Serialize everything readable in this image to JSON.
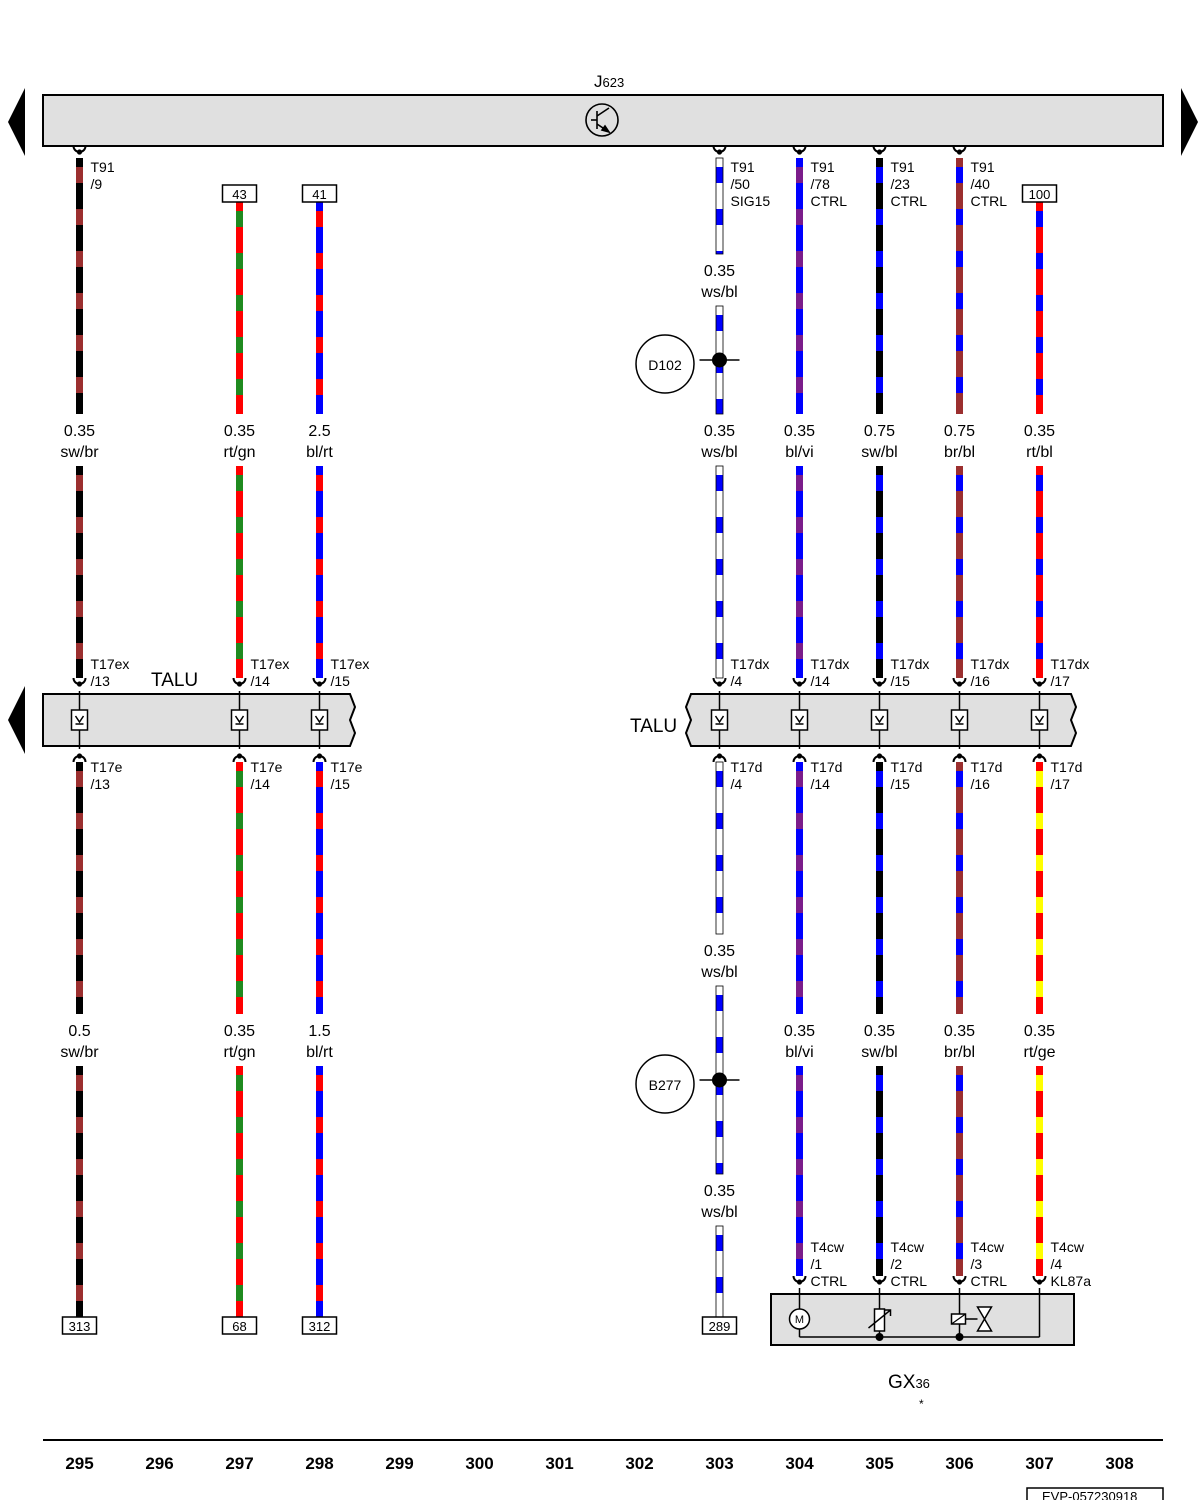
{
  "header": {
    "module_prefix": "J",
    "module_sub": "623"
  },
  "talu_left": "TALU",
  "talu_right": "TALU",
  "gx": {
    "prefix": "GX",
    "sub": "36",
    "note": "*"
  },
  "colors": {
    "sw": "#000000",
    "br": "#9b2f2f",
    "rt": "#ff0000",
    "gn": "#1f8a1f",
    "bl": "#0000ff",
    "ws": "#ffffff",
    "vi": "#7b1c8a",
    "ge": "#ffff00",
    "panel": "#e0e0e0"
  },
  "wires": [
    {
      "col": "295",
      "top_pin": [
        "T91",
        "/9"
      ],
      "upper_sec": {
        "size": "0.35",
        "color": "sw/br",
        "code": "sw/br"
      },
      "conn_top": [
        "T17ex",
        "/13"
      ],
      "conn_bot": [
        "T17e",
        "/13"
      ],
      "lower_sec": {
        "size": "0.5",
        "color": "sw/br",
        "code": "sw/br"
      },
      "bottom_ref": "313"
    },
    {
      "col": "297",
      "top_ref": "43",
      "upper_sec": {
        "size": "0.35",
        "color": "rt/gn",
        "code": "rt/gn"
      },
      "conn_top": [
        "T17ex",
        "/14"
      ],
      "conn_bot": [
        "T17e",
        "/14"
      ],
      "lower_sec": {
        "size": "0.35",
        "color": "rt/gn",
        "code": "rt/gn"
      },
      "bottom_ref": "68"
    },
    {
      "col": "298",
      "top_ref": "41",
      "upper_sec": {
        "size": "2.5",
        "color": "bl/rt",
        "code": "bl/rt"
      },
      "conn_top": [
        "T17ex",
        "/15"
      ],
      "conn_bot": [
        "T17e",
        "/15"
      ],
      "lower_sec": {
        "size": "1.5",
        "color": "bl/rt",
        "code": "bl/rt"
      },
      "bottom_ref": "312"
    },
    {
      "col": "303",
      "top_pin": [
        "T91",
        "/50",
        "SIG15"
      ],
      "pre_sec": {
        "size": "0.35",
        "color": "ws/bl",
        "code": "ws/bl"
      },
      "splice_top": "D102",
      "upper_sec": {
        "size": "0.35",
        "color": "ws/bl",
        "code": "ws/bl"
      },
      "conn_top": [
        "T17dx",
        "/4"
      ],
      "conn_bot": [
        "T17d",
        "/4"
      ],
      "mid_sec": {
        "size": "0.35",
        "color": "ws/bl",
        "code": "ws/bl"
      },
      "splice_bot": "B277",
      "post_sec": {
        "size": "0.35",
        "color": "ws/bl",
        "code": "ws/bl"
      },
      "bottom_ref": "289"
    },
    {
      "col": "304",
      "top_pin": [
        "T91",
        "/78",
        "CTRL"
      ],
      "upper_sec": {
        "size": "0.35",
        "color": "bl/vi",
        "code": "bl/vi"
      },
      "conn_top": [
        "T17dx",
        "/14"
      ],
      "conn_bot": [
        "T17d",
        "/14"
      ],
      "lower_sec": {
        "size": "0.35",
        "color": "bl/vi",
        "code": "bl/vi"
      },
      "end_pin": [
        "T4cw",
        "/1",
        "CTRL"
      ]
    },
    {
      "col": "305",
      "top_pin": [
        "T91",
        "/23",
        "CTRL"
      ],
      "upper_sec": {
        "size": "0.75",
        "color": "sw/bl",
        "code": "sw/bl"
      },
      "conn_top": [
        "T17dx",
        "/15"
      ],
      "conn_bot": [
        "T17d",
        "/15"
      ],
      "lower_sec": {
        "size": "0.35",
        "color": "sw/bl",
        "code": "sw/bl"
      },
      "end_pin": [
        "T4cw",
        "/2",
        "CTRL"
      ]
    },
    {
      "col": "306",
      "top_pin": [
        "T91",
        "/40",
        "CTRL"
      ],
      "upper_sec": {
        "size": "0.75",
        "color": "br/bl",
        "code": "br/bl"
      },
      "conn_top": [
        "T17dx",
        "/16"
      ],
      "conn_bot": [
        "T17d",
        "/16"
      ],
      "lower_sec": {
        "size": "0.35",
        "color": "br/bl",
        "code": "br/bl"
      },
      "end_pin": [
        "T4cw",
        "/3",
        "CTRL"
      ]
    },
    {
      "col": "307",
      "top_ref": "100",
      "upper_sec": {
        "size": "0.35",
        "color": "rt/bl",
        "code": "rt/bl"
      },
      "conn_top": [
        "T17dx",
        "/17"
      ],
      "conn_bot": [
        "T17d",
        "/17"
      ],
      "lower_sec": {
        "size": "0.35",
        "color": "rt/ge",
        "code": "rt/ge"
      },
      "end_pin": [
        "T4cw",
        "/4",
        "KL87a"
      ]
    }
  ],
  "columns": [
    "295",
    "296",
    "297",
    "298",
    "299",
    "300",
    "301",
    "302",
    "303",
    "304",
    "305",
    "306",
    "307",
    "308"
  ],
  "footer_id": "EVP-057230918"
}
